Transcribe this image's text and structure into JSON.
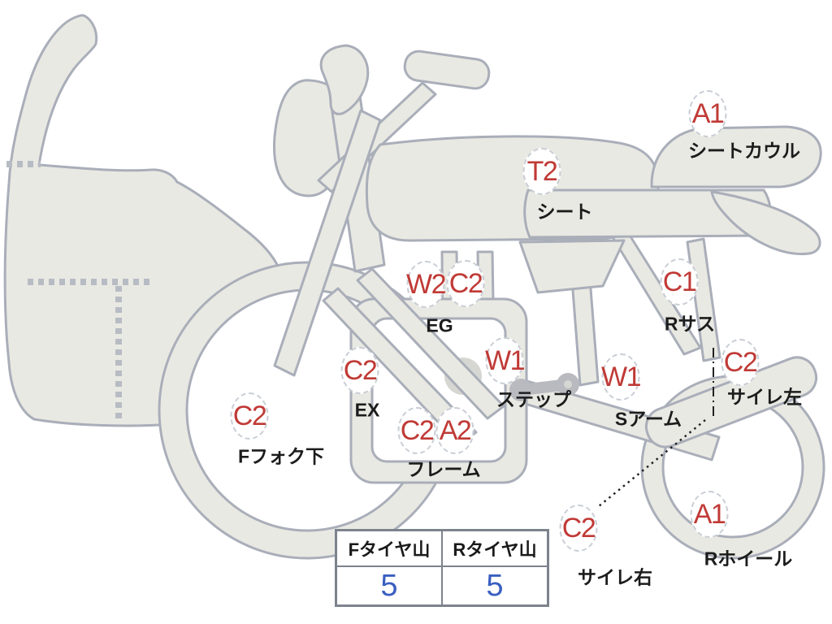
{
  "diagram": {
    "type": "motorcycle-condition-map",
    "annotations": [
      {
        "codes": [
          "A1"
        ],
        "label": "シートカウル"
      },
      {
        "codes": [
          "T2"
        ],
        "label": "シート"
      },
      {
        "codes": [
          "W2",
          "C2"
        ],
        "label": "EG"
      },
      {
        "codes": [
          "C1"
        ],
        "label": "Rサス"
      },
      {
        "codes": [
          "C2"
        ],
        "label": "EX"
      },
      {
        "codes": [
          "W1"
        ],
        "label": "ステップ"
      },
      {
        "codes": [
          "W1"
        ],
        "label": "Sアーム"
      },
      {
        "codes": [
          "C2"
        ],
        "label": "サイレ左"
      },
      {
        "codes": [
          "C2"
        ],
        "label": "Fフォク下"
      },
      {
        "codes": [
          "C2",
          "A2"
        ],
        "label": "フレーム"
      },
      {
        "codes": [
          "C2"
        ],
        "label": "サイレ右"
      },
      {
        "codes": [
          "A1"
        ],
        "label": "Rホイール"
      }
    ],
    "colors": {
      "code_red": "#c03a36",
      "label_black": "#1c1c1c",
      "body_fill": "#e9e9e3",
      "body_outline": "#a9aeb9",
      "table_border": "#7d838d",
      "value_blue": "#3a5fc0"
    }
  },
  "tire_table": {
    "columns": [
      {
        "header": "Fタイヤ山",
        "value": "5"
      },
      {
        "header": "Rタイヤ山",
        "value": "5"
      }
    ]
  }
}
